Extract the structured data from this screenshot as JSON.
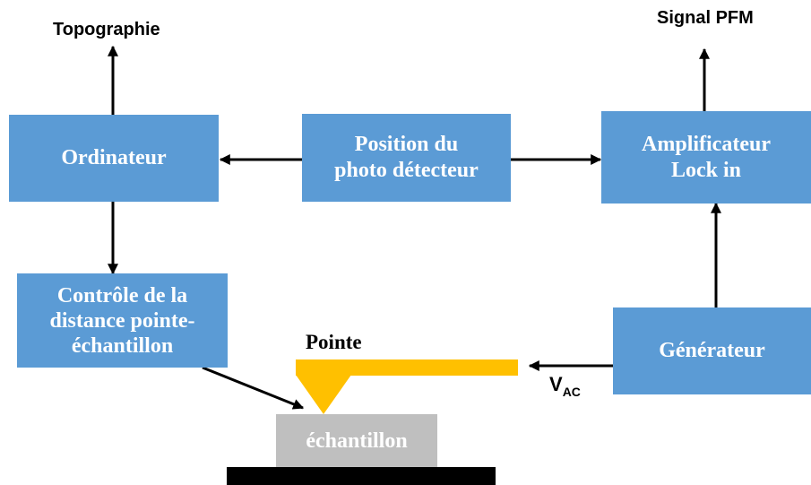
{
  "outputs": {
    "topography": "Topographie",
    "signal_pfm": "Signal PFM"
  },
  "boxes": {
    "computer": "Ordinateur",
    "photodetector": "Position du\nphoto détecteur",
    "amplifier": "Amplificateur\nLock in",
    "distance_control": "Contrôle de la\ndistance pointe-\néchantillon",
    "generator": "Générateur"
  },
  "tip": {
    "label": "Pointe"
  },
  "voltage": {
    "main": "V",
    "subscript": "AC"
  },
  "sample": {
    "label": "échantillon"
  },
  "colors": {
    "box": "#5b9bd5",
    "tip": "#ffc000",
    "sample": "#bfbfbf",
    "base": "#000000"
  }
}
